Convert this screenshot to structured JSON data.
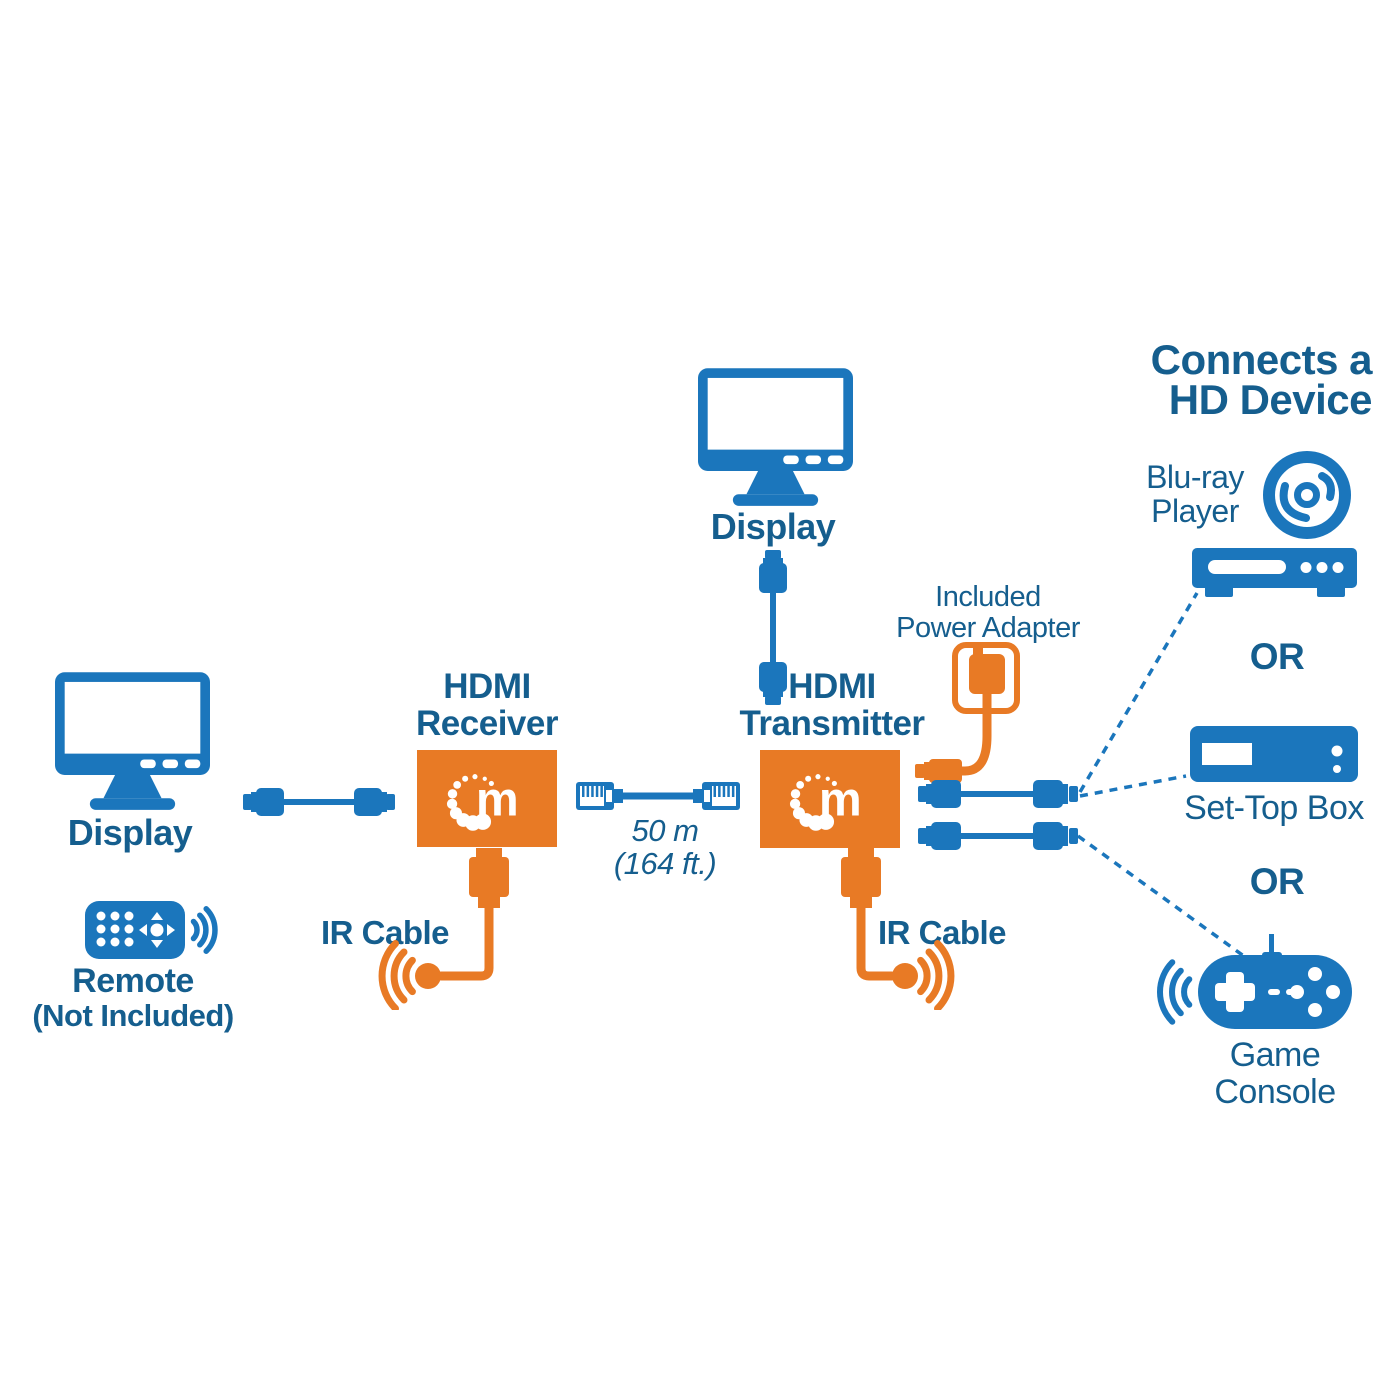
{
  "colors": {
    "blue": "#1B76BC",
    "dark_blue": "#155E8E",
    "orange": "#E87A25",
    "white": "#FFFFFF"
  },
  "heading": {
    "line1": "Connects a",
    "line2": "HD Device"
  },
  "top_display": {
    "label": "Display"
  },
  "left_display": {
    "label": "Display"
  },
  "remote": {
    "label": "Remote",
    "sublabel": "(Not Included)"
  },
  "receiver": {
    "title_line1": "HDMI",
    "title_line2": "Receiver",
    "logo_letter": "m"
  },
  "transmitter": {
    "title_line1": "HDMI",
    "title_line2": "Transmitter",
    "logo_letter": "m"
  },
  "link_cable": {
    "length": "50 m",
    "length_alt": "(164 ft.)"
  },
  "ir_cable_left": {
    "label": "IR Cable"
  },
  "ir_cable_right": {
    "label": "IR Cable"
  },
  "power_adapter": {
    "label_line1": "Included",
    "label_line2": "Power Adapter"
  },
  "hd_devices": {
    "bluray": {
      "label_line1": "Blu-ray",
      "label_line2": "Player"
    },
    "or_top": "OR",
    "settop": {
      "label": "Set-Top Box"
    },
    "or_bottom": "OR",
    "console": {
      "label": "Game Console"
    }
  },
  "icons": [
    "monitor-icon",
    "hdmi-cable-icon",
    "cat-cable-icon",
    "remote-icon",
    "wireless-waves-icon",
    "ir-emitter-icon",
    "usb-plug-icon",
    "power-adapter-icon",
    "manhattan-logo-icon",
    "bluray-disc-icon",
    "bluray-player-icon",
    "settop-box-icon",
    "game-console-icon"
  ]
}
